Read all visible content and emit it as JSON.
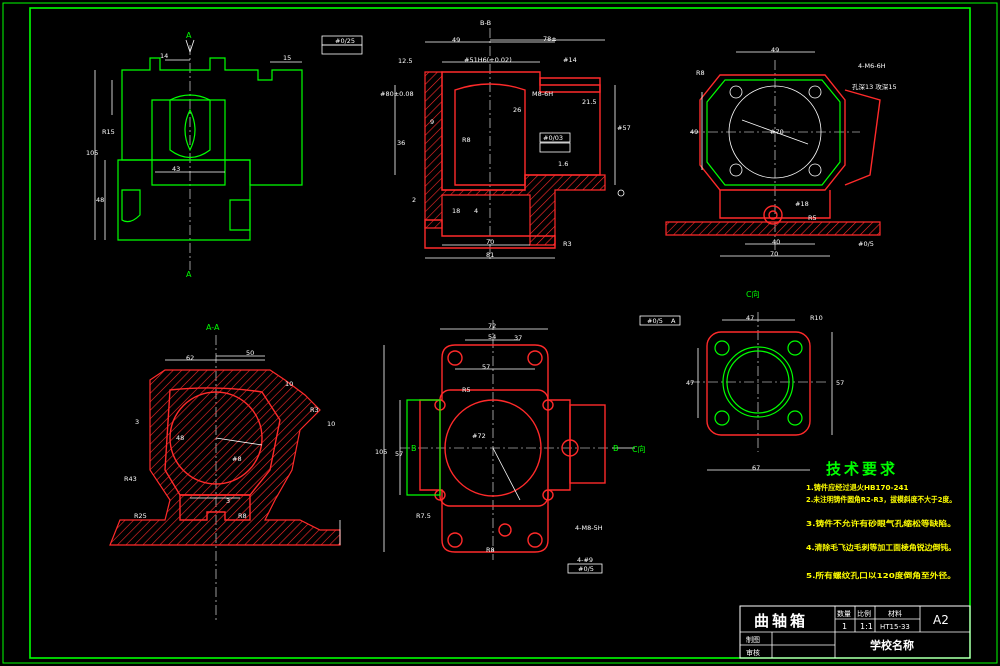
{
  "drawing": {
    "labels": {
      "section_bb": "B-B",
      "section_aa": "A-A",
      "view_c": "C向",
      "mark_a": "A",
      "mark_b": "B",
      "mark_c": "C向"
    },
    "dims_v1": [
      "14",
      "15",
      "R15",
      "105",
      "48",
      "43"
    ],
    "dims_v2": [
      "49",
      "78±",
      "#51H6(+0.02)",
      "#14",
      "M8-6H",
      "21.5",
      "26",
      "36",
      "#80±0.08",
      "#57",
      "9",
      "R8",
      "2",
      "18",
      "4",
      "70",
      "81",
      "R3",
      "1.6",
      "12.5",
      "#0/03",
      "#0/25"
    ],
    "dims_v3": [
      "49",
      "4-M6-6H",
      "孔深13 攻深15",
      "R8",
      "49",
      "#70",
      "#18",
      "R5",
      "40",
      "70",
      "#0/5"
    ],
    "dims_v4": [
      "62",
      "50",
      "3",
      "10",
      "#8",
      "R43",
      "R25",
      "R8",
      "3",
      "R3",
      "10",
      "48"
    ],
    "dims_v5": [
      "72",
      "54",
      "37",
      "57",
      "R5",
      "#72",
      "R7.5",
      "R8",
      "105",
      "57",
      "4-M8-5H",
      "4-#9",
      "#0/5"
    ],
    "dims_v6": [
      "47",
      "R10",
      "47",
      "57",
      "67",
      "#0/5",
      "A"
    ],
    "tech_requirements": {
      "title": "技术要求",
      "items": [
        "1.铸件应经过退火HB170-241",
        "2.未注明铸件圆角R2-R3，拔模斜度不大于2度。",
        "3.铸件不允许有砂眼气孔缩松等缺陷。",
        "4.清除毛飞边毛刺等加工面棱角锐边倒钝。",
        "5.所有螺纹孔口以120度倒角至外径。"
      ]
    },
    "title_block": {
      "part_name": "曲轴箱",
      "h_qty": "数量",
      "h_scale": "比例",
      "h_material": "材料",
      "qty": "1",
      "scale": "1:1",
      "material": "HT15-33",
      "size": "A2",
      "drawn": "制图",
      "checked": "审核",
      "school": "学校名称"
    },
    "colors": {
      "background": "#000000",
      "border": "#00ff00",
      "outline_green": "#00ff00",
      "outline_red": "#ff2a2a",
      "dim_white": "#ffffff",
      "note_yellow": "#ffff00"
    }
  }
}
